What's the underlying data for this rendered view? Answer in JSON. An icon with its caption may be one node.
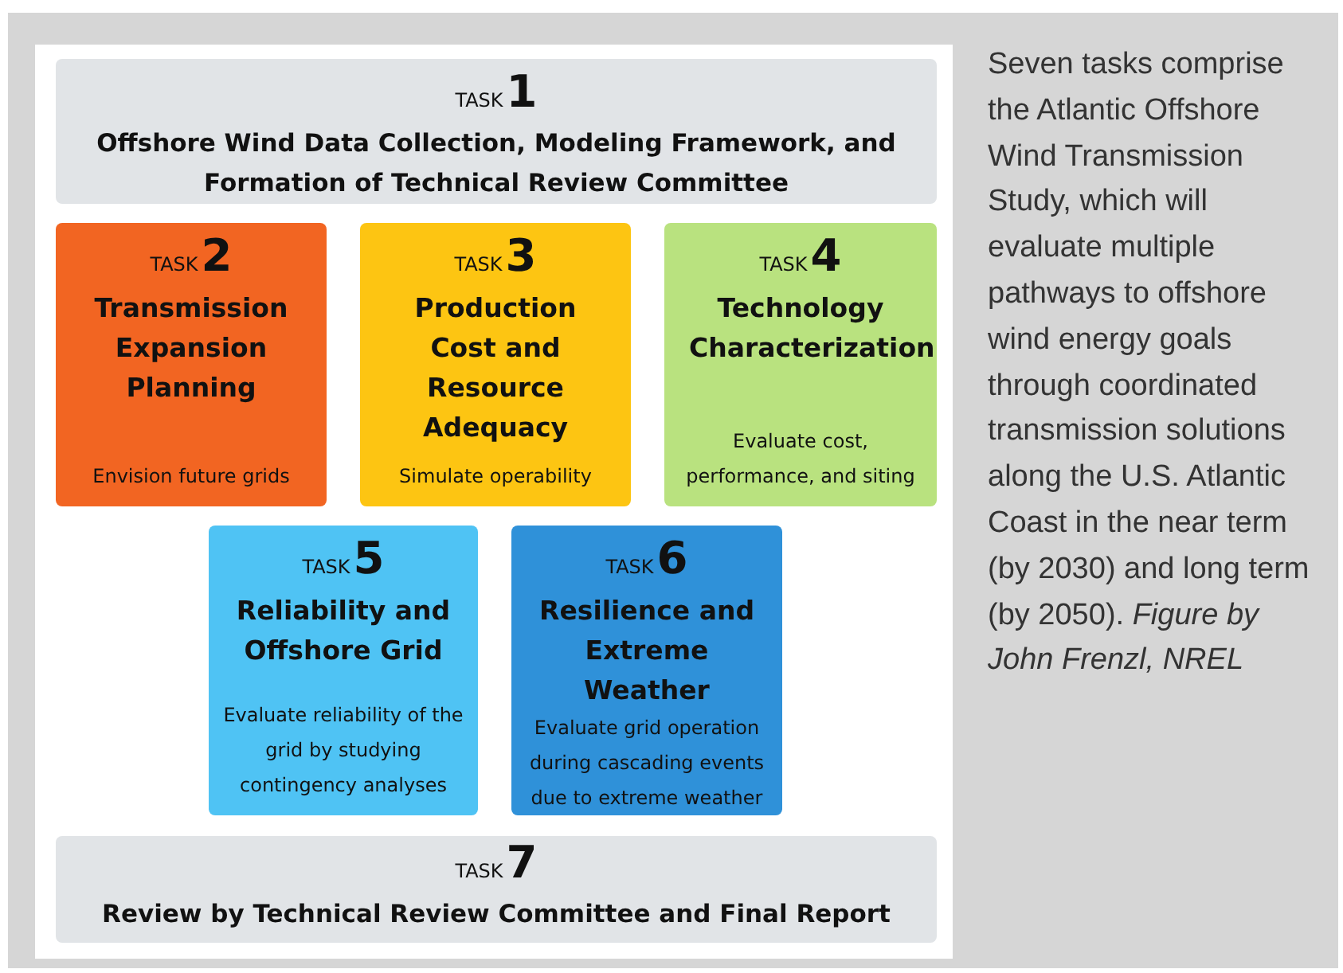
{
  "diagram": {
    "caption": "Seven tasks comprise the Atlantic Offshore Wind Transmission Study, which will evaluate multiple pathways to offshore wind energy goals through coordinated transmission solutions along the U.S. Atlantic Coast in the near term (by 2030) and long term (by 2050). *Figure by John Frenzl, NREL*",
    "nodes": [
      {
        "text": [
          "TASK",
          "1",
          "Offshore Wind Data Collection, Modeling Framework, and Formation of Technical Review Committee"
        ]
      },
      {
        "text": [
          "TASK",
          "2",
          "Transmission Expansion Planning",
          "Envision future grids"
        ]
      },
      {
        "text": [
          "TASK",
          "3",
          "Production Cost and Resource Adequacy",
          "Simulate operability"
        ]
      },
      {
        "text": [
          "TASK",
          "4",
          "Technology Characterization",
          "Evaluate cost, performance, and siting"
        ]
      },
      {
        "text": [
          "TASK",
          "5",
          "Reliability and Offshore Grid",
          "Evaluate reliability of the grid by studying contingency analyses"
        ]
      },
      {
        "text": [
          "TASK",
          "6",
          "Resilience and Extreme Weather",
          "Evaluate grid operation during cascading events due to extreme weather"
        ]
      },
      {
        "text": [
          "TASK",
          "7",
          "Review by Technical Review Committee and Final Report"
        ]
      }
    ]
  }
}
